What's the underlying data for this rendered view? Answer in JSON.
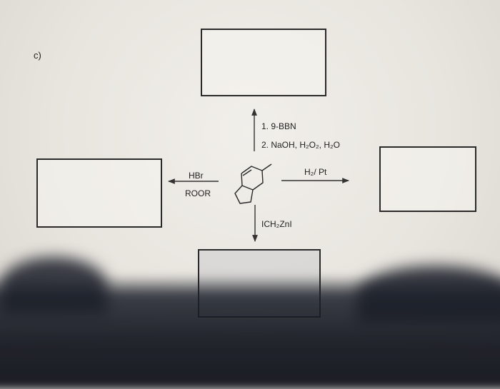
{
  "problem": {
    "part_label": "c)"
  },
  "reactions": {
    "top": {
      "step1": "1. 9-BBN",
      "step2": "2. NaOH, H₂O₂, H₂O"
    },
    "left": {
      "reagent": "HBr",
      "condition": "ROOR"
    },
    "right": {
      "reagent": "H₂/ Pt"
    },
    "bottom": {
      "reagent": "ICH₂ZnI"
    }
  }
}
